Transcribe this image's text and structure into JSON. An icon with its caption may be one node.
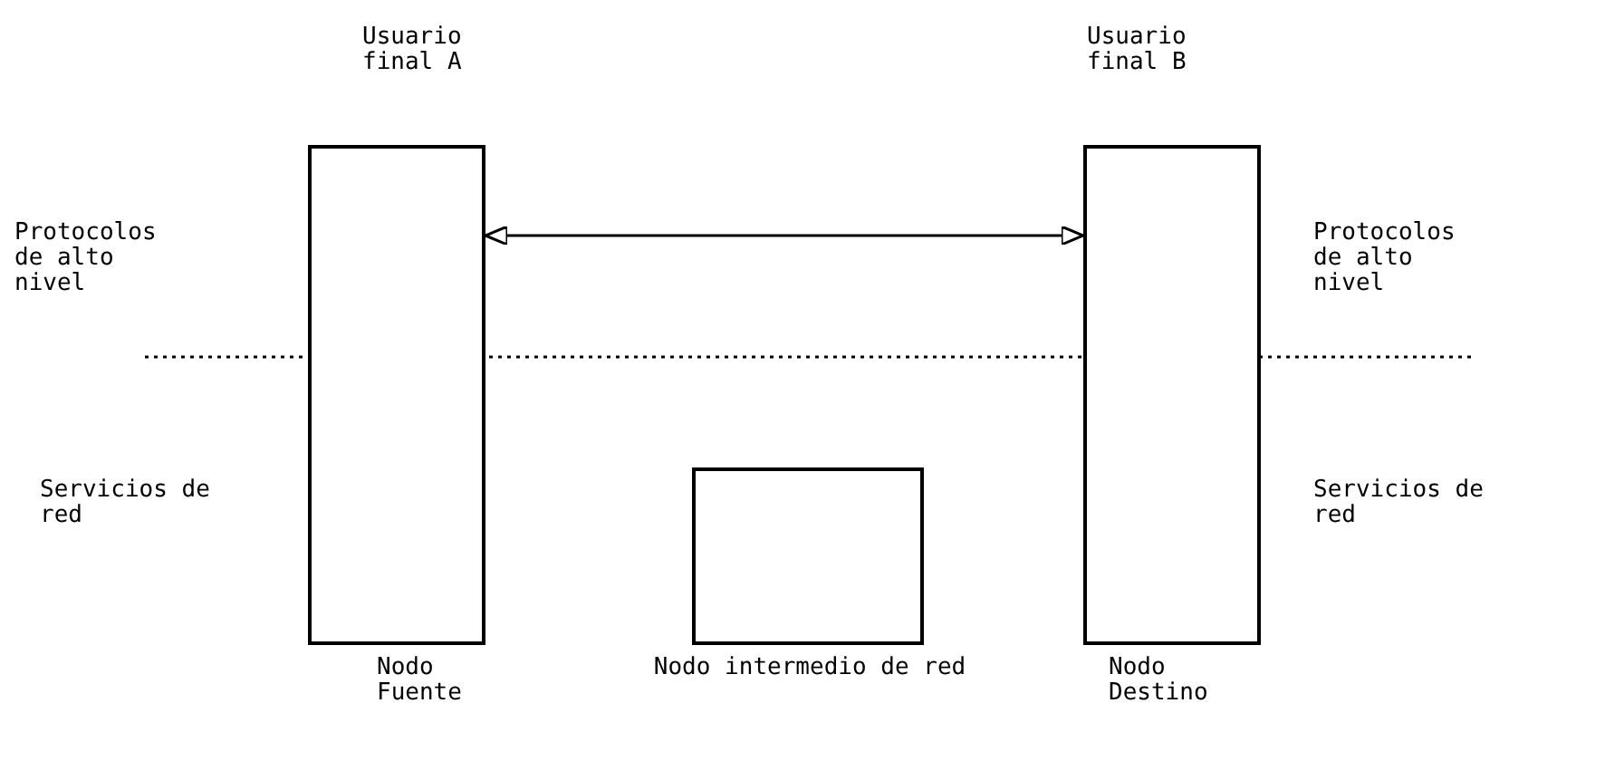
{
  "diagram": {
    "nodes": [
      {
        "text": [
          "Usuario final A",
          "Nodo Fuente"
        ]
      },
      {
        "text": [
          "Nodo intermedio de red"
        ]
      },
      {
        "text": [
          "Usuario final B",
          "Nodo Destino"
        ]
      }
    ],
    "edges": [
      {
        "from": 0,
        "to": 2,
        "arrow": "both"
      }
    ],
    "labels": [
      "Protocolos de alto nivel",
      "Protocolos de alto nivel",
      "Servicios de red",
      "Servicios de red"
    ]
  }
}
